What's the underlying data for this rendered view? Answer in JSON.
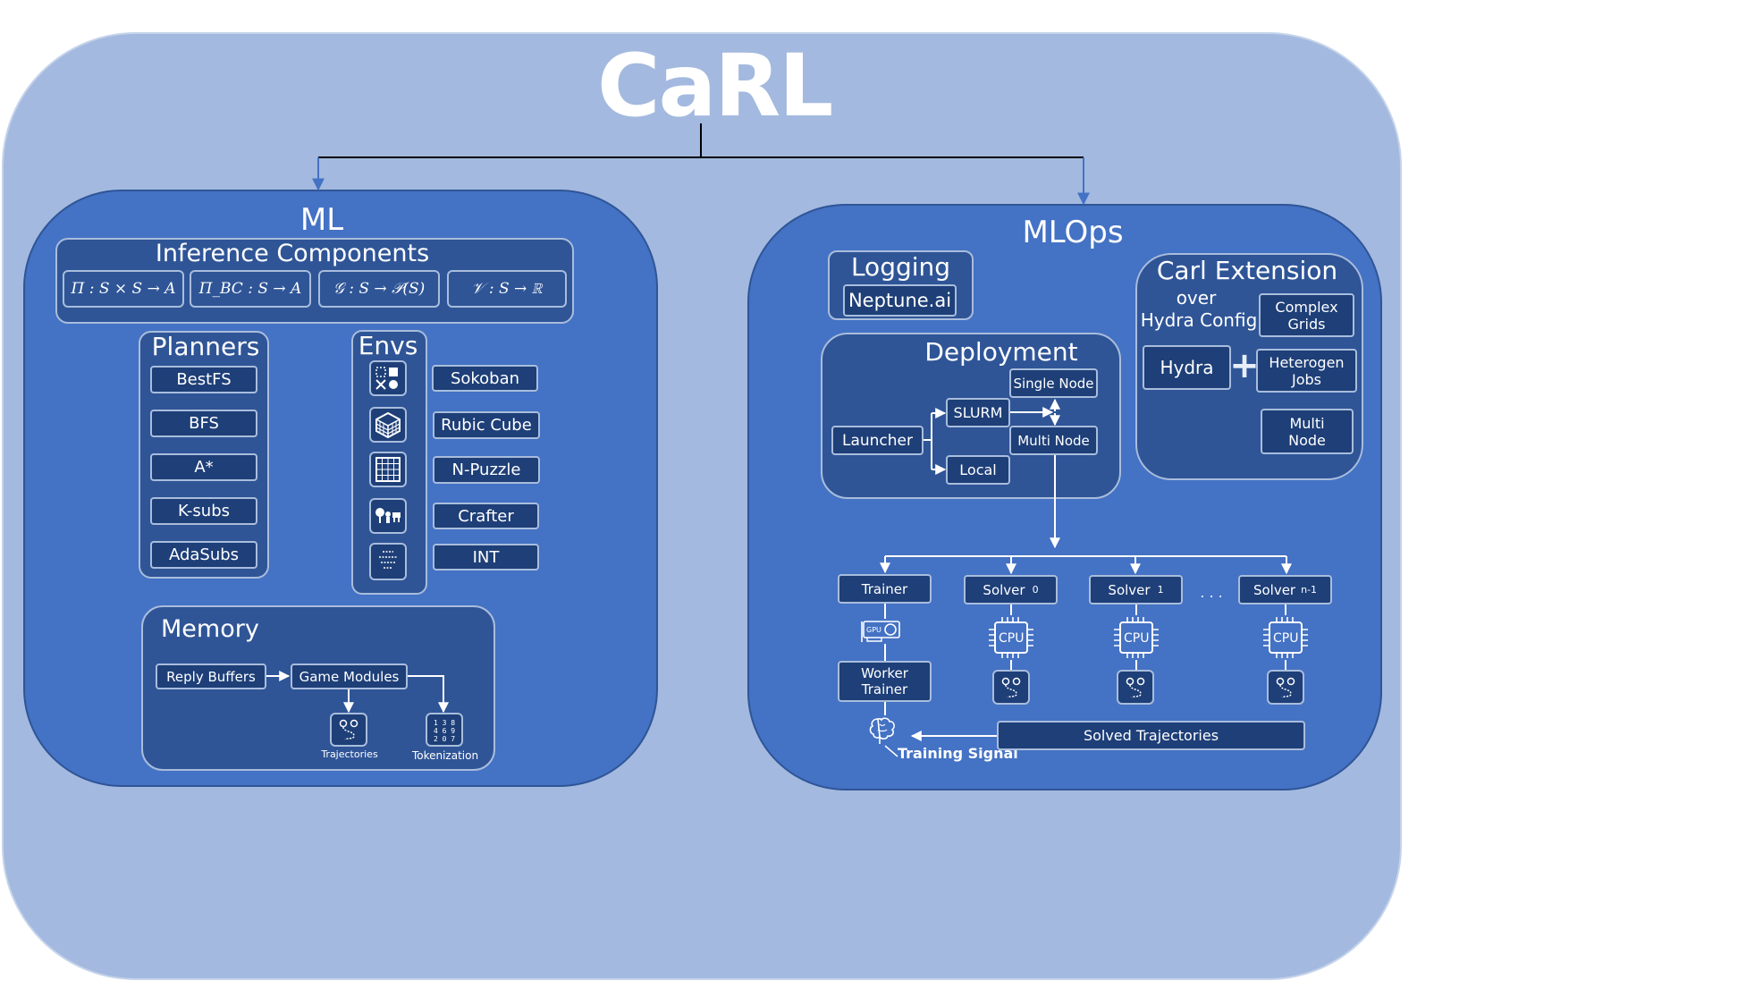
{
  "title": "CaRL",
  "ml": {
    "title": "ML",
    "inference": {
      "title": "Inference Components",
      "formulas": [
        "Π : S × S → A",
        "Π_BC : S → A",
        "𝒢 : S → 𝒫(S)",
        "𝒱 : S → ℝ"
      ]
    },
    "planners": {
      "title": "Planners",
      "items": [
        "BestFS",
        "BFS",
        "A*",
        "K-subs",
        "AdaSubs"
      ]
    },
    "envs": {
      "title": "Envs",
      "items": [
        "Sokoban",
        "Rubic Cube",
        "N-Puzzle",
        "Crafter",
        "INT"
      ]
    },
    "memory": {
      "title": "Memory",
      "reply_buffers": "Reply Buffers",
      "game_modules": "Game Modules",
      "trajectories": "Trajectories",
      "tokenization": "Tokenization"
    }
  },
  "mlops": {
    "title": "MLOps",
    "logging": {
      "title": "Logging",
      "tool": "Neptune.ai"
    },
    "deployment": {
      "title": "Deployment",
      "launcher": "Launcher",
      "slurm": "SLURM",
      "local": "Local",
      "single_node": "Single Node",
      "multi_node": "Multi Node"
    },
    "extension": {
      "title": "Carl Extension",
      "over": "over",
      "hydra_config": "Hydra Config",
      "hydra": "Hydra",
      "complex_grids": "Complex Grids",
      "heterogen_jobs": "Heterogen Jobs",
      "multi_node": "Multi Node"
    },
    "cluster": {
      "trainer": "Trainer",
      "solver": "Solver",
      "solver_subs": [
        "0",
        "1",
        "n-1"
      ],
      "ellipsis": ". . .",
      "gpu": "GPU",
      "cpu": "CPU",
      "worker_trainer": "Worker Trainer",
      "training_signal": "Training Signal",
      "solved_trajectories": "Solved Trajectories"
    }
  },
  "colors": {
    "outer": "#a3b9df",
    "panel": "#4472c4",
    "inner": "#2f5597",
    "box": "#1e3f78",
    "border": "#a9bddc"
  }
}
